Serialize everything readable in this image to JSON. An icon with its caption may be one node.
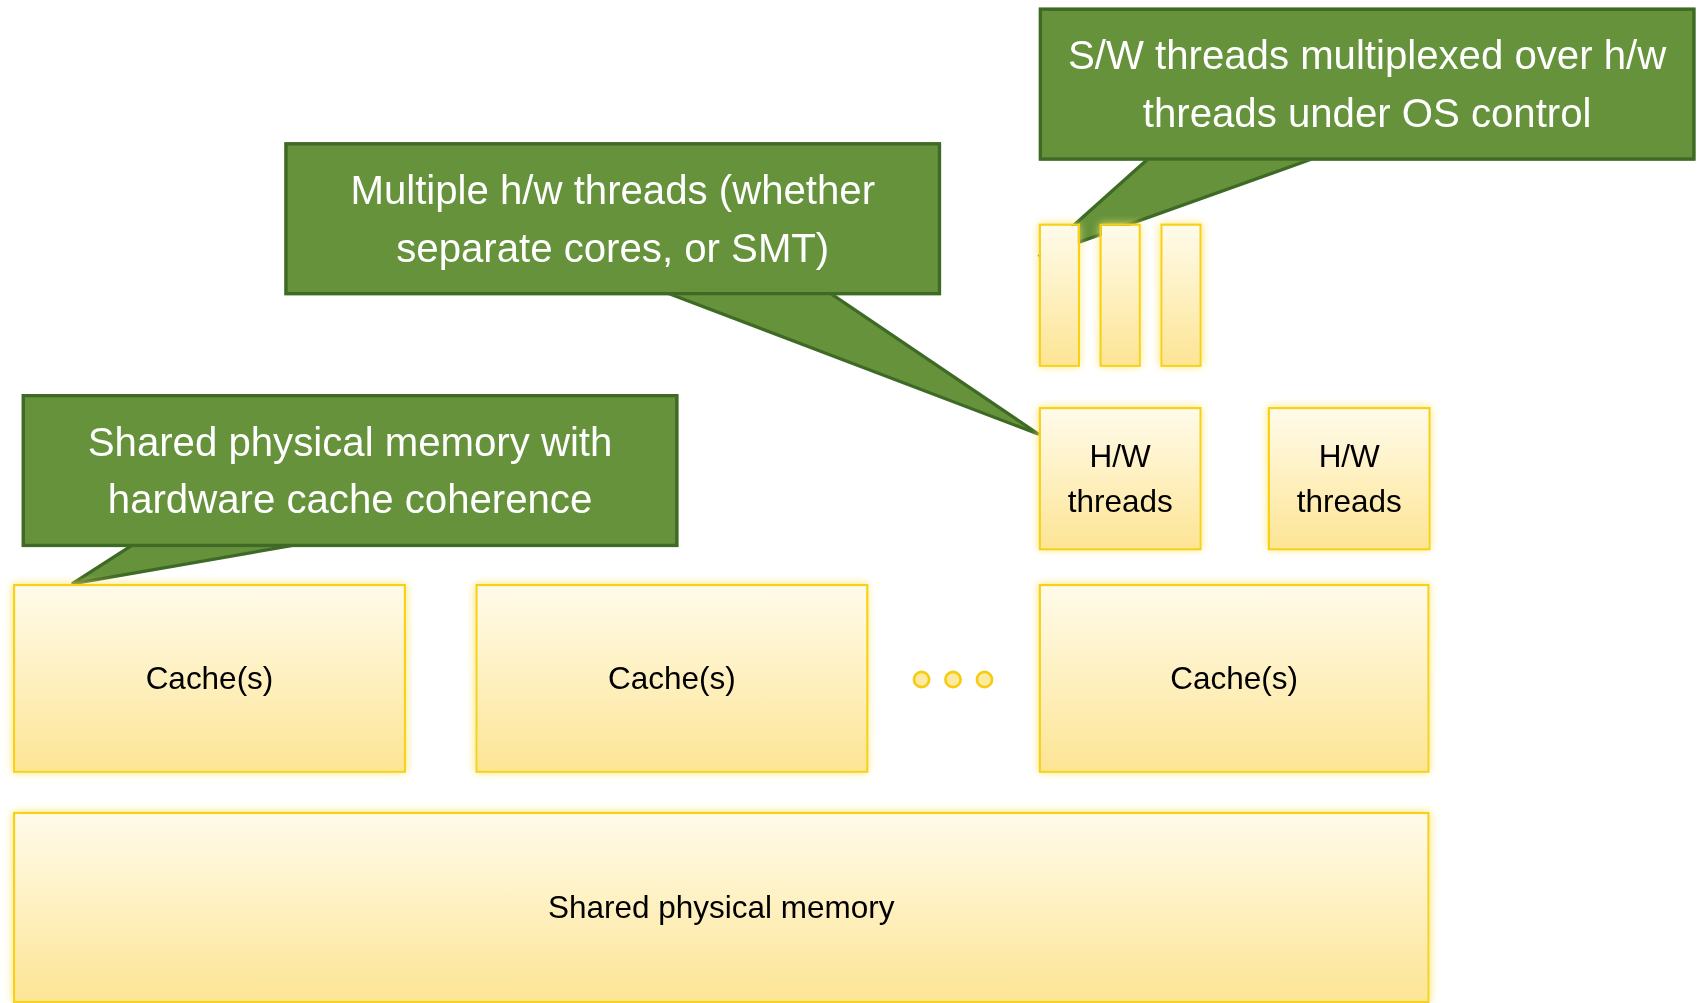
{
  "diagram": {
    "nodes": [
      {
        "text": [
          "S/W threads multiplexed over h/w threads under OS control"
        ]
      },
      {
        "text": [
          "Multiple h/w threads (whether separate cores, or SMT)"
        ]
      },
      {
        "text": [],
        "shape": "bar"
      },
      {
        "text": [],
        "shape": "bar"
      },
      {
        "text": [],
        "shape": "bar"
      },
      {
        "text": [
          "Shared physical memory with hardware cache coherence"
        ]
      },
      {
        "text": [
          "H/W threads"
        ]
      },
      {
        "text": [
          "H/W threads"
        ]
      },
      {
        "text": [
          "Cache(s)"
        ]
      },
      {
        "text": [
          "Cache(s)"
        ]
      },
      {
        "text": [
          "Cache(s)"
        ]
      },
      {
        "text": [
          "Shared physical memory"
        ]
      }
    ],
    "edges": [
      {
        "from": 0,
        "to": 2,
        "arrow": "none"
      },
      {
        "from": 1,
        "to": 6,
        "arrow": "none"
      },
      {
        "from": 5,
        "to": 8,
        "arrow": "none"
      }
    ]
  }
}
